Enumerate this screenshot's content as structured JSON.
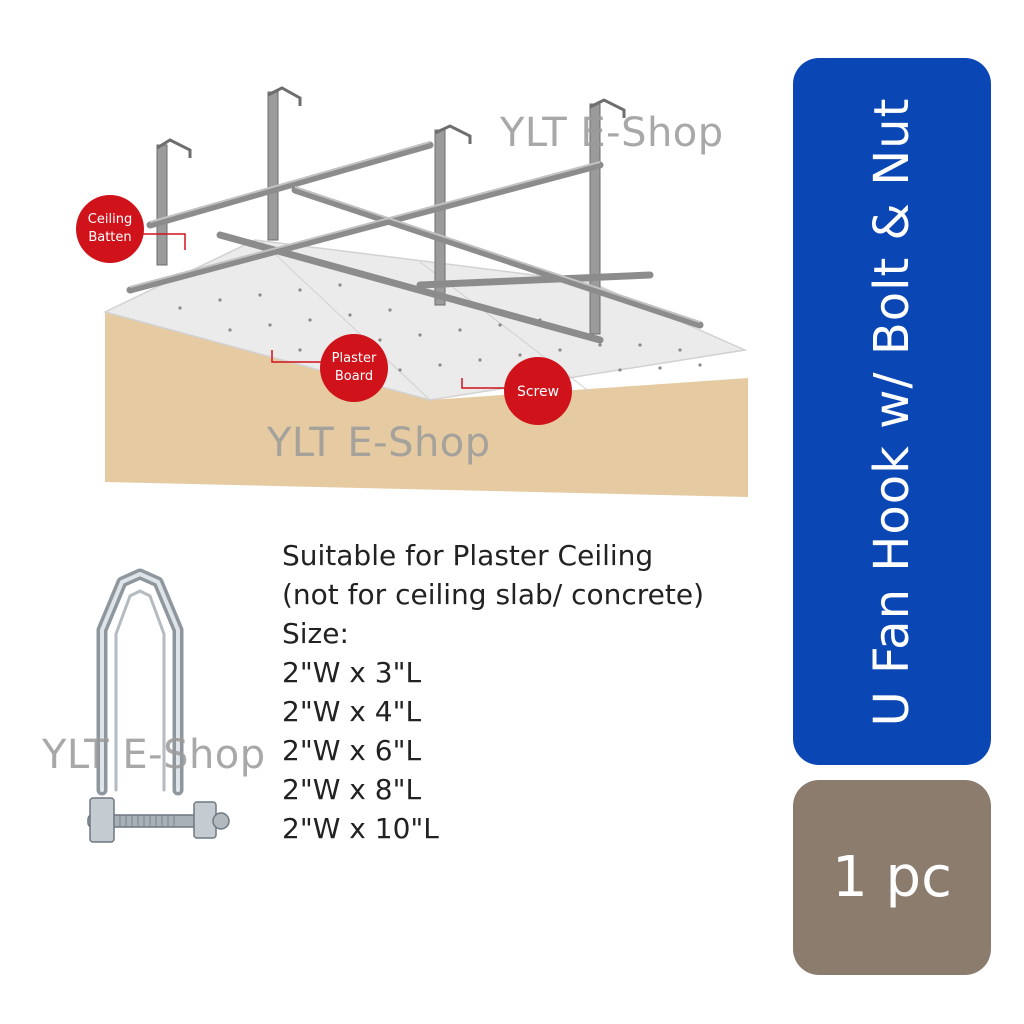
{
  "watermark": "YLT E-Shop",
  "callouts": {
    "ceiling_batten_line1": "Ceiling",
    "ceiling_batten_line2": "Batten",
    "plaster_board_line1": "Plaster",
    "plaster_board_line2": "Board",
    "screw": "Screw"
  },
  "specs": {
    "line1": "Suitable for Plaster Ceiling",
    "line2": "(not for ceiling slab/ concrete)",
    "size_label": "Size:",
    "sizes": [
      "2\"W x 3\"L",
      "2\"W x 4\"L",
      "2\"W x 6\"L",
      "2\"W x 8\"L",
      "2\"W x 10\"L"
    ]
  },
  "title_panel": {
    "text": "U Fan Hook w/ Bolt  & Nut"
  },
  "quantity_panel": {
    "text": "1 pc"
  },
  "colors": {
    "title_panel_bg": "#0a46b4",
    "quantity_panel_bg": "#8c7c6e",
    "callout_red": "#d0121b",
    "wall_tan": "#e3c9a0"
  },
  "icons": {
    "illustration": "plaster-ceiling-diagram",
    "product": "u-fan-hook-icon"
  }
}
